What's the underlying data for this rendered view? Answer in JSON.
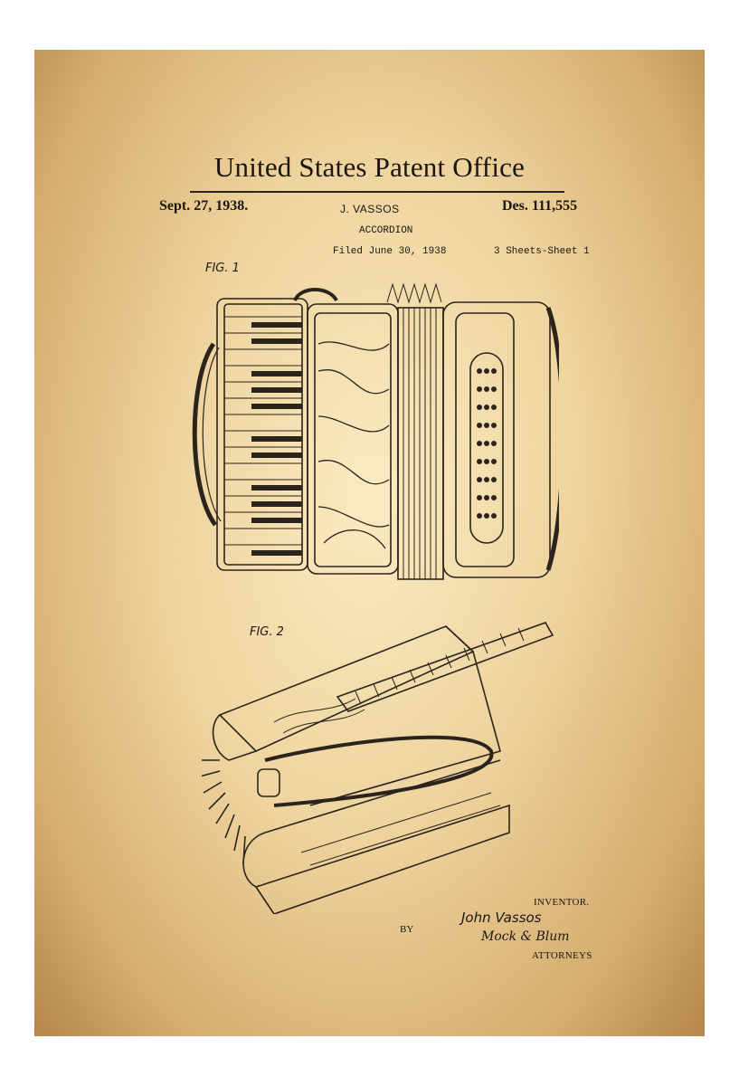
{
  "header": {
    "title": "United States Patent Office",
    "date": "Sept. 27, 1938.",
    "inventor": "J. VASSOS",
    "design_number": "Des. 111,555"
  },
  "details": {
    "subject": "ACCORDION",
    "filed": "Filed June 30, 1938",
    "sheets": "3 Sheets-Sheet 1"
  },
  "figures": {
    "fig1_label": "FIG. 1",
    "fig2_label": "FIG. 2"
  },
  "footer": {
    "inventor_label": "INVENTOR.",
    "inventor_name": "John Vassos",
    "by_label": "BY",
    "attorneys_signature": "Mock & Blum",
    "attorneys_label": "ATTORNEYS"
  }
}
